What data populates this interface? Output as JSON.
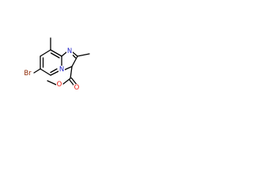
{
  "molecule": {
    "atoms": {
      "br": {
        "symbol": "Br",
        "color": "#8b2500"
      },
      "n_bridge": {
        "symbol": "N",
        "color": "#2323c8"
      },
      "n_ring": {
        "symbol": "N",
        "color": "#2323c8"
      },
      "o_carbonyl": {
        "symbol": "O",
        "color": "#e8140a"
      },
      "o_ester": {
        "symbol": "O",
        "color": "#e8140a"
      }
    }
  }
}
